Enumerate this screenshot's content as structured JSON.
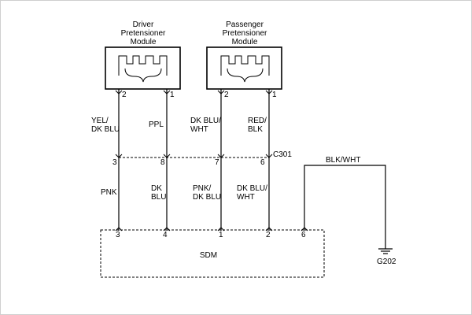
{
  "modules": {
    "driver": {
      "line1": "Driver",
      "line2": "Pretensioner",
      "line3": "Module",
      "pin_left": "2",
      "pin_right": "1"
    },
    "passenger": {
      "line1": "Passenger",
      "line2": "Pretensioner",
      "line3": "Module",
      "pin_left": "2",
      "pin_right": "1"
    }
  },
  "upper_wires": [
    {
      "line1": "YEL/",
      "line2": "DK BLU"
    },
    {
      "line1": "PPL",
      "line2": ""
    },
    {
      "line1": "DK BLU/",
      "line2": "WHT"
    },
    {
      "line1": "RED/",
      "line2": "BLK"
    }
  ],
  "connector": {
    "name": "C301",
    "pins": [
      "3",
      "8",
      "7",
      "6"
    ]
  },
  "lower_wires": [
    {
      "line1": "PNK",
      "line2": ""
    },
    {
      "line1": "DK",
      "line2": "BLU"
    },
    {
      "line1": "PNK/",
      "line2": "DK BLU"
    },
    {
      "line1": "DK BLU/",
      "line2": "WHT"
    }
  ],
  "sdm": {
    "label": "SDM",
    "pins": [
      "3",
      "4",
      "1",
      "2",
      "6"
    ]
  },
  "ground": {
    "wire_label": "BLK/WHT",
    "label": "G202"
  }
}
